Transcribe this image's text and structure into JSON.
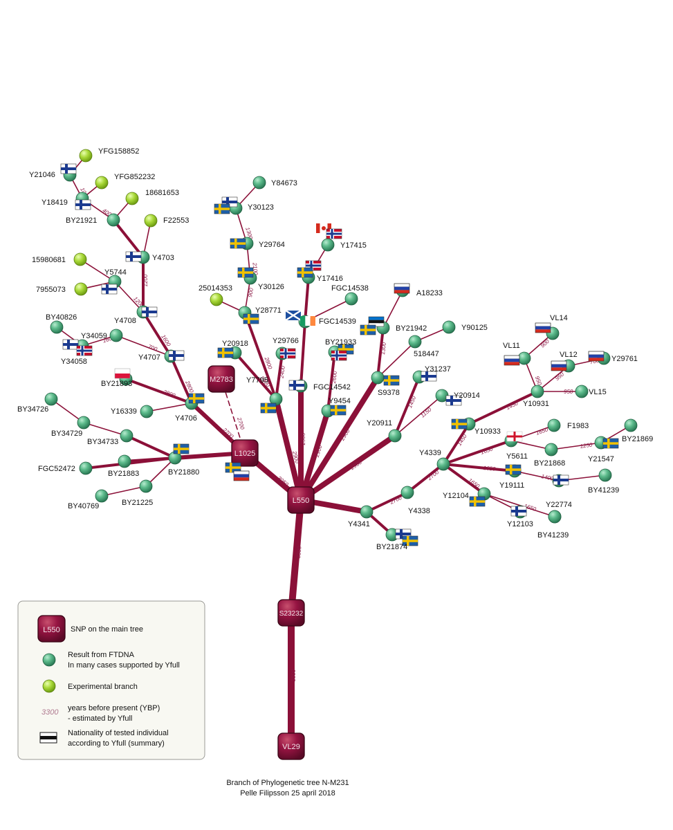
{
  "colors": {
    "edge": "#8b1038",
    "green_node": "#3f9a6e",
    "experimental_node": "#9acd32",
    "main_snp": "#8f1238",
    "years": "#8a1a46"
  },
  "main_snps": [
    {
      "id": "L550",
      "label": "L550"
    },
    {
      "id": "L1025",
      "label": "L1025"
    },
    {
      "id": "M2783",
      "label": "M2783"
    },
    {
      "id": "S23232",
      "label": "S23232"
    },
    {
      "id": "VL29",
      "label": "VL29"
    }
  ],
  "nodes": [
    {
      "id": "YFG158852",
      "label": "YFG158852",
      "kind": "experimental"
    },
    {
      "id": "Y21046",
      "label": "Y21046",
      "kind": "ftdna"
    },
    {
      "id": "YFG852232",
      "label": "YFG852232",
      "kind": "experimental"
    },
    {
      "id": "18681653",
      "label": "18681653",
      "kind": "experimental"
    },
    {
      "id": "Y18419",
      "label": "Y18419",
      "kind": "ftdna"
    },
    {
      "id": "BY21921",
      "label": "BY21921",
      "kind": "ftdna"
    },
    {
      "id": "F22553",
      "label": "F22553",
      "kind": "experimental"
    },
    {
      "id": "Y4703",
      "label": "Y4703",
      "kind": "ftdna"
    },
    {
      "id": "15980681",
      "label": "15980681",
      "kind": "experimental"
    },
    {
      "id": "Y5744",
      "label": "Y5744",
      "kind": "ftdna"
    },
    {
      "id": "7955073",
      "label": "7955073",
      "kind": "experimental"
    },
    {
      "id": "Y4708",
      "label": "Y4708",
      "kind": "ftdna"
    },
    {
      "id": "BY40826",
      "label": "BY40826",
      "kind": "ftdna"
    },
    {
      "id": "Y34059",
      "label": "Y34059",
      "kind": "ftdna"
    },
    {
      "id": "Y34058",
      "label": "Y34058",
      "kind": "ftdna"
    },
    {
      "id": "Y4707",
      "label": "Y4707",
      "kind": "ftdna"
    },
    {
      "id": "BY21893",
      "label": "BY21893",
      "kind": "ftdna"
    },
    {
      "id": "Y16339",
      "label": "Y16339",
      "kind": "ftdna"
    },
    {
      "id": "Y4706",
      "label": "Y4706",
      "kind": "ftdna"
    },
    {
      "id": "BY34726",
      "label": "BY34726",
      "kind": "ftdna"
    },
    {
      "id": "BY34729",
      "label": "BY34729",
      "kind": "ftdna"
    },
    {
      "id": "BY34733",
      "label": "BY34733",
      "kind": "ftdna"
    },
    {
      "id": "FGC52472",
      "label": "FGC52472",
      "kind": "ftdna"
    },
    {
      "id": "BY21883",
      "label": "BY21883",
      "kind": "ftdna"
    },
    {
      "id": "BY21880",
      "label": "BY21880",
      "kind": "ftdna"
    },
    {
      "id": "BY40769",
      "label": "BY40769",
      "kind": "ftdna"
    },
    {
      "id": "BY21225",
      "label": "BY21225",
      "kind": "ftdna"
    },
    {
      "id": "Y84673",
      "label": "Y84673",
      "kind": "ftdna"
    },
    {
      "id": "Y30123",
      "label": "Y30123",
      "kind": "ftdna"
    },
    {
      "id": "Y29764",
      "label": "Y29764",
      "kind": "ftdna"
    },
    {
      "id": "Y30126",
      "label": "Y30126",
      "kind": "ftdna"
    },
    {
      "id": "25014353",
      "label": "25014353",
      "kind": "experimental"
    },
    {
      "id": "Y28771",
      "label": "Y28771",
      "kind": "ftdna"
    },
    {
      "id": "Y20918",
      "label": "Y20918",
      "kind": "ftdna"
    },
    {
      "id": "Y29766",
      "label": "Y29766",
      "kind": "ftdna"
    },
    {
      "id": "Y7795",
      "label": "Y7795",
      "kind": "ftdna"
    },
    {
      "id": "Y17415",
      "label": "Y17415",
      "kind": "ftdna"
    },
    {
      "id": "Y17416",
      "label": "Y17416",
      "kind": "ftdna"
    },
    {
      "id": "FGC14538",
      "label": "FGC14538",
      "kind": "ftdna"
    },
    {
      "id": "FGC14539",
      "label": "FGC14539",
      "kind": "ftdna"
    },
    {
      "id": "BY21933",
      "label": "BY21933",
      "kind": "ftdna"
    },
    {
      "id": "FGC14542",
      "label": "FGC14542",
      "kind": "ftdna"
    },
    {
      "id": "Y9454",
      "label": "Y9454",
      "kind": "ftdna"
    },
    {
      "id": "A18233",
      "label": "A18233",
      "kind": "ftdna"
    },
    {
      "id": "BY21942",
      "label": "BY21942",
      "kind": "ftdna"
    },
    {
      "id": "Y90125",
      "label": "Y90125",
      "kind": "ftdna"
    },
    {
      "id": "518447",
      "label": "518447",
      "kind": "ftdna"
    },
    {
      "id": "S9378",
      "label": "S9378",
      "kind": "ftdna"
    },
    {
      "id": "Y31237",
      "label": "Y31237",
      "kind": "ftdna"
    },
    {
      "id": "Y20914",
      "label": "Y20914",
      "kind": "ftdna"
    },
    {
      "id": "Y20911",
      "label": "Y20911",
      "kind": "ftdna"
    },
    {
      "id": "VL14",
      "label": "VL14",
      "kind": "ftdna"
    },
    {
      "id": "VL11",
      "label": "VL11",
      "kind": "ftdna"
    },
    {
      "id": "VL12",
      "label": "VL12",
      "kind": "ftdna"
    },
    {
      "id": "Y29761",
      "label": "Y29761",
      "kind": "ftdna"
    },
    {
      "id": "VL15",
      "label": "VL15",
      "kind": "ftdna"
    },
    {
      "id": "Y10931",
      "label": "Y10931",
      "kind": "ftdna"
    },
    {
      "id": "Y10933",
      "label": "Y10933",
      "kind": "ftdna"
    },
    {
      "id": "F1983",
      "label": "F1983",
      "kind": "ftdna"
    },
    {
      "id": "BY21869",
      "label": "BY21869",
      "kind": "ftdna"
    },
    {
      "id": "Y5611",
      "label": "Y5611",
      "kind": "ftdna"
    },
    {
      "id": "BY21868",
      "label": "BY21868",
      "kind": "ftdna"
    },
    {
      "id": "Y21547",
      "label": "Y21547",
      "kind": "ftdna"
    },
    {
      "id": "Y4339",
      "label": "Y4339",
      "kind": "ftdna"
    },
    {
      "id": "Y19111",
      "label": "Y19111",
      "kind": "ftdna"
    },
    {
      "id": "BY41239a",
      "label": "BY41239",
      "kind": "ftdna"
    },
    {
      "id": "Y12104",
      "label": "Y12104",
      "kind": "ftdna"
    },
    {
      "id": "Y22774",
      "label": "Y22774",
      "kind": "ftdna"
    },
    {
      "id": "Y12103",
      "label": "Y12103",
      "kind": "ftdna"
    },
    {
      "id": "BY41239b",
      "label": "BY41239",
      "kind": "ftdna"
    },
    {
      "id": "Y4338",
      "label": "Y4338",
      "kind": "ftdna"
    },
    {
      "id": "Y4341",
      "label": "Y4341",
      "kind": "ftdna"
    },
    {
      "id": "BY21874",
      "label": "BY21874",
      "kind": "ftdna"
    }
  ],
  "edges": [
    {
      "from": "VL29",
      "to": "S23232",
      "years": "3800"
    },
    {
      "from": "S23232",
      "to": "L550",
      "years": "3300"
    },
    {
      "from": "L550",
      "to": "L1025",
      "years": "3050"
    },
    {
      "from": "L1025",
      "to": "M2783",
      "years": "2700",
      "style": "dashed"
    },
    {
      "from": "L1025",
      "to": "Y4706",
      "years": "2700"
    },
    {
      "from": "L1025",
      "to": "BY21880",
      "years": ""
    },
    {
      "from": "BY21880",
      "to": "BY34733",
      "years": ""
    },
    {
      "from": "BY34733",
      "to": "BY34729",
      "years": ""
    },
    {
      "from": "BY34729",
      "to": "BY34726",
      "years": ""
    },
    {
      "from": "BY21880",
      "to": "BY21883",
      "years": ""
    },
    {
      "from": "BY21880",
      "to": "FGC52472",
      "years": ""
    },
    {
      "from": "BY21880",
      "to": "BY21225",
      "years": ""
    },
    {
      "from": "BY21225",
      "to": "BY40769",
      "years": ""
    },
    {
      "from": "Y4706",
      "to": "BY21893",
      "years": "2800"
    },
    {
      "from": "Y4706",
      "to": "Y16339",
      "years": ""
    },
    {
      "from": "Y4706",
      "to": "Y4707",
      "years": "2800"
    },
    {
      "from": "Y4707",
      "to": "Y34059",
      "years": "700"
    },
    {
      "from": "Y34059",
      "to": "Y34058",
      "years": "1600"
    },
    {
      "from": "Y34058",
      "to": "BY40826",
      "years": ""
    },
    {
      "from": "Y4707",
      "to": "Y4708",
      "years": "1600"
    },
    {
      "from": "Y4708",
      "to": "Y5744",
      "years": "1200"
    },
    {
      "from": "Y5744",
      "to": "15980681",
      "years": ""
    },
    {
      "from": "Y5744",
      "to": "7955073",
      "years": ""
    },
    {
      "from": "Y4708",
      "to": "Y4703",
      "years": "1200"
    },
    {
      "from": "Y4703",
      "to": "F22553",
      "years": ""
    },
    {
      "from": "Y4703",
      "to": "BY21921",
      "years": ""
    },
    {
      "from": "BY21921",
      "to": "18681653",
      "years": ""
    },
    {
      "from": "BY21921",
      "to": "Y18419",
      "years": "400"
    },
    {
      "from": "Y18419",
      "to": "YFG852232",
      "years": ""
    },
    {
      "from": "Y18419",
      "to": "Y21046",
      "years": "100"
    },
    {
      "from": "Y21046",
      "to": "YFG158852",
      "years": ""
    },
    {
      "from": "L550",
      "to": "Y7795",
      "years": "2900"
    },
    {
      "from": "Y7795",
      "to": "Y20918",
      "years": "2400"
    },
    {
      "from": "Y7795",
      "to": "Y29766",
      "years": "2400"
    },
    {
      "from": "Y7795",
      "to": "Y28771",
      "years": "2800"
    },
    {
      "from": "Y28771",
      "to": "25014353",
      "years": ""
    },
    {
      "from": "Y28771",
      "to": "Y30126",
      "years": "900"
    },
    {
      "from": "Y30126",
      "to": "Y29764",
      "years": "2100"
    },
    {
      "from": "Y29764",
      "to": "Y30123",
      "years": "1300"
    },
    {
      "from": "Y30123",
      "to": "Y84673",
      "years": ""
    },
    {
      "from": "L550",
      "to": "FGC14542",
      "years": "2900"
    },
    {
      "from": "FGC14542",
      "to": "FGC14539",
      "years": ""
    },
    {
      "from": "FGC14539",
      "to": "Y17416",
      "years": ""
    },
    {
      "from": "Y17416",
      "to": "Y17415",
      "years": ""
    },
    {
      "from": "FGC14539",
      "to": "FGC14538",
      "years": ""
    },
    {
      "from": "L550",
      "to": "Y9454",
      "years": "2900"
    },
    {
      "from": "Y9454",
      "to": "BY21933",
      "years": "2600"
    },
    {
      "from": "L550",
      "to": "S9378",
      "years": "2900"
    },
    {
      "from": "S9378",
      "to": "BY21942",
      "years": "1300"
    },
    {
      "from": "BY21942",
      "to": "A18233",
      "years": ""
    },
    {
      "from": "S9378",
      "to": "518447",
      "years": ""
    },
    {
      "from": "518447",
      "to": "Y90125",
      "years": ""
    },
    {
      "from": "L550",
      "to": "Y20911",
      "years": "2900"
    },
    {
      "from": "Y20911",
      "to": "Y31237",
      "years": "1450"
    },
    {
      "from": "Y20911",
      "to": "Y20914",
      "years": "1150"
    },
    {
      "from": "L550",
      "to": "Y4341",
      "years": "2900"
    },
    {
      "from": "Y4341",
      "to": "BY21874",
      "years": ""
    },
    {
      "from": "Y4341",
      "to": "Y4338",
      "years": "2700"
    },
    {
      "from": "Y4338",
      "to": "Y4339",
      "years": "2700"
    },
    {
      "from": "Y4339",
      "to": "Y10933",
      "years": "1450"
    },
    {
      "from": "Y10933",
      "to": "Y10931",
      "years": "1450"
    },
    {
      "from": "Y10931",
      "to": "VL11",
      "years": "950"
    },
    {
      "from": "VL11",
      "to": "VL14",
      "years": "900"
    },
    {
      "from": "Y10931",
      "to": "VL12",
      "years": "950"
    },
    {
      "from": "VL12",
      "to": "Y29761",
      "years": "700"
    },
    {
      "from": "Y10931",
      "to": "VL15",
      "years": "950"
    },
    {
      "from": "Y4339",
      "to": "Y5611",
      "years": "1650"
    },
    {
      "from": "Y5611",
      "to": "F1983",
      "years": "1650"
    },
    {
      "from": "Y5611",
      "to": "BY21868",
      "years": ""
    },
    {
      "from": "BY21868",
      "to": "Y21547",
      "years": "1250"
    },
    {
      "from": "Y21547",
      "to": "BY21869",
      "years": ""
    },
    {
      "from": "Y4339",
      "to": "Y19111",
      "years": "1650"
    },
    {
      "from": "Y19111",
      "to": "BY41239a",
      "years": "1400"
    },
    {
      "from": "BY41239a",
      "to": "BY41239a_leaf",
      "years": ""
    },
    {
      "from": "Y4339",
      "to": "Y12104",
      "years": "1650"
    },
    {
      "from": "Y12104",
      "to": "Y22774",
      "years": "1650"
    },
    {
      "from": "Y22774",
      "to": "BY41239b",
      "years": ""
    },
    {
      "from": "Y12104",
      "to": "Y12103",
      "years": ""
    }
  ],
  "legend": {
    "snp_box_label": "L550",
    "snp_main": "SNP on the main tree",
    "ftdna_line1": "Result from FTDNA",
    "ftdna_line2": "In many cases supported by Yfull",
    "experimental": "Experimental branch",
    "years_sample": "3300",
    "years_line1": "years before present (YBP)",
    "years_line2": "- estimated by Yfull",
    "nationality_line1": "Nationality of tested individual",
    "nationality_line2": "according to Yfull (summary)"
  },
  "caption": {
    "line1": "Branch of Phylogenetic tree N-M231",
    "line2": "Pelle Filipsson 25 april 2018"
  }
}
